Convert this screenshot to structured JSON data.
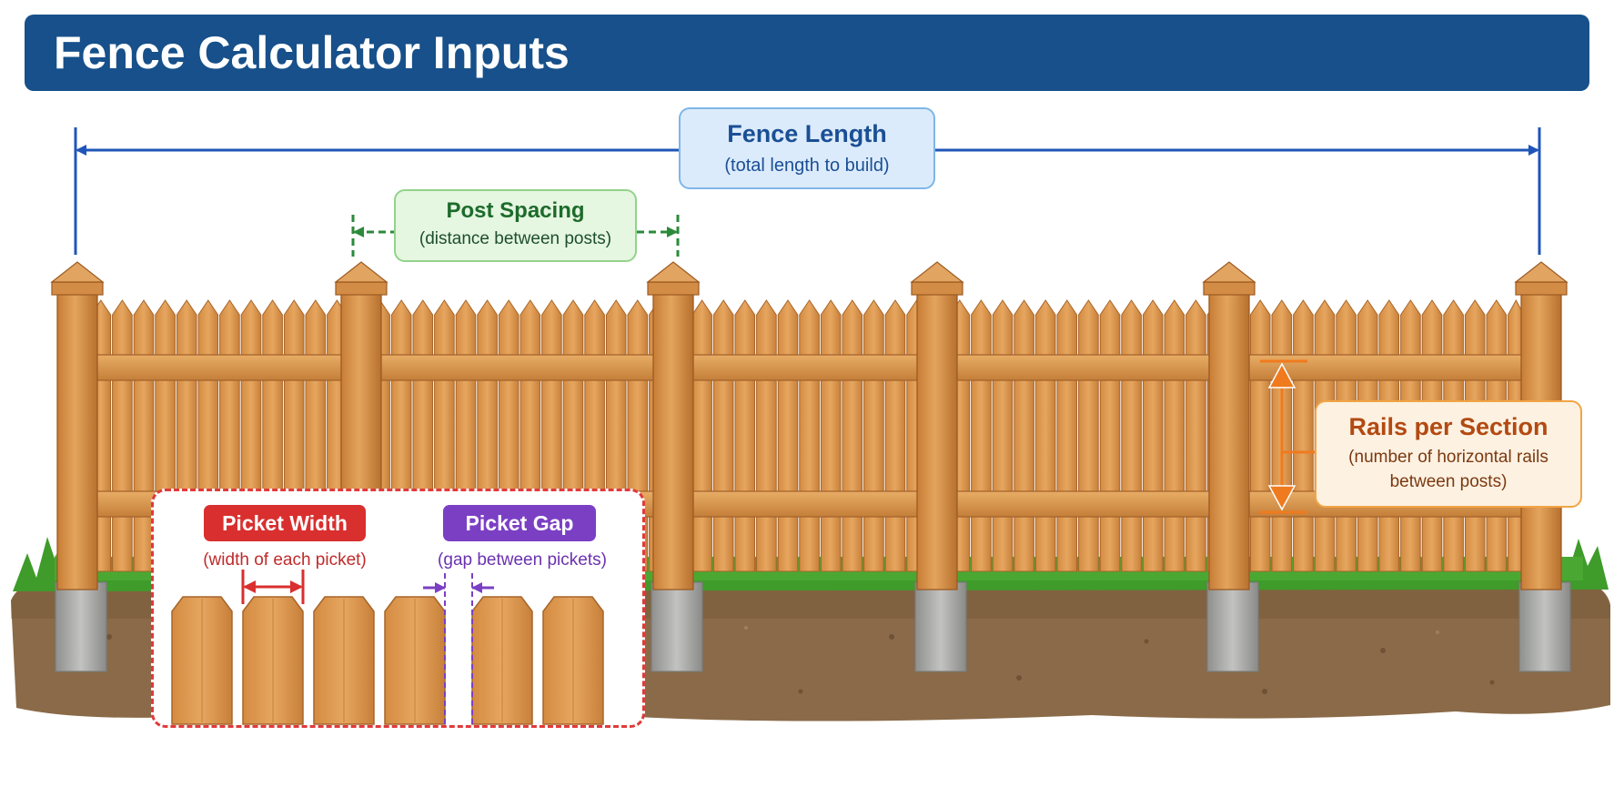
{
  "title": "Fence Calculator Inputs",
  "labels": {
    "fence_length": {
      "title": "Fence Length",
      "subtitle": "(total length to build)"
    },
    "post_spacing": {
      "title": "Post Spacing",
      "subtitle": "(distance between posts)"
    },
    "rails_per_section": {
      "title": "Rails per Section",
      "subtitle": "(number of horizontal rails between posts)"
    },
    "picket_width": {
      "title": "Picket Width",
      "subtitle": "(width of each picket)"
    },
    "picket_gap": {
      "title": "Picket Gap",
      "subtitle": "(gap between pickets)"
    }
  },
  "colors": {
    "title_bar": "#17508a",
    "fence_length": "#1a4f95",
    "post_spacing": "#1d6b2b",
    "rails": "#f07a1e",
    "picket_width": "#d92f2f",
    "picket_gap": "#7b3fc4",
    "wood": "#d9924a",
    "grass": "#3f9b2a",
    "soil": "#8a6a48",
    "concrete": "#a9aaa8"
  },
  "diagram": {
    "post_count": 6,
    "rail_count": 2,
    "sample_picket_count": 6
  }
}
